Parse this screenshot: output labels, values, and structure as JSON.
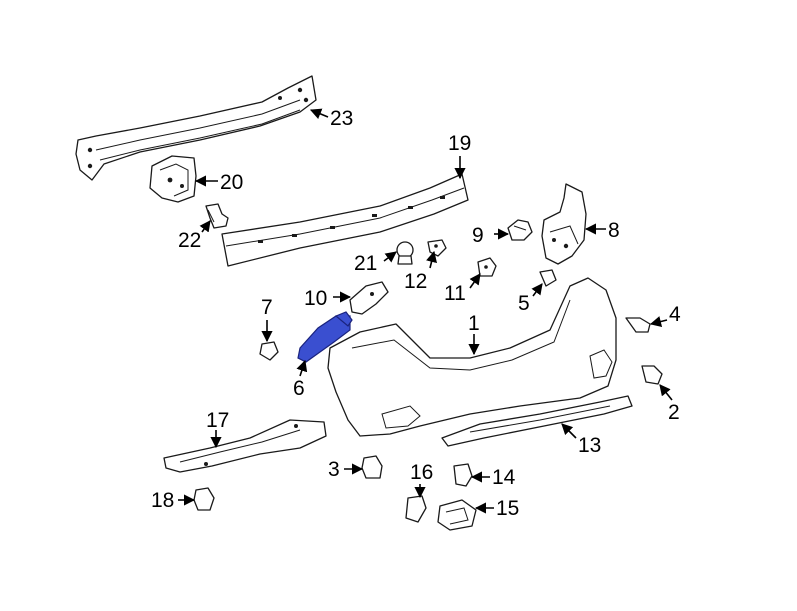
{
  "callouts": [
    {
      "id": "1",
      "label": "1"
    },
    {
      "id": "2",
      "label": "2"
    },
    {
      "id": "3",
      "label": "3"
    },
    {
      "id": "4",
      "label": "4"
    },
    {
      "id": "5",
      "label": "5"
    },
    {
      "id": "6",
      "label": "6"
    },
    {
      "id": "7",
      "label": "7"
    },
    {
      "id": "8",
      "label": "8"
    },
    {
      "id": "9",
      "label": "9"
    },
    {
      "id": "10",
      "label": "10"
    },
    {
      "id": "11",
      "label": "11"
    },
    {
      "id": "12",
      "label": "12"
    },
    {
      "id": "13",
      "label": "13"
    },
    {
      "id": "14",
      "label": "14"
    },
    {
      "id": "15",
      "label": "15"
    },
    {
      "id": "16",
      "label": "16"
    },
    {
      "id": "17",
      "label": "17"
    },
    {
      "id": "18",
      "label": "18"
    },
    {
      "id": "19",
      "label": "19"
    },
    {
      "id": "20",
      "label": "20"
    },
    {
      "id": "21",
      "label": "21"
    },
    {
      "id": "22",
      "label": "22"
    },
    {
      "id": "23",
      "label": "23"
    }
  ],
  "colors": {
    "highlight": "#3a4fd0",
    "line": "#1a1a1a",
    "background": "#ffffff"
  }
}
